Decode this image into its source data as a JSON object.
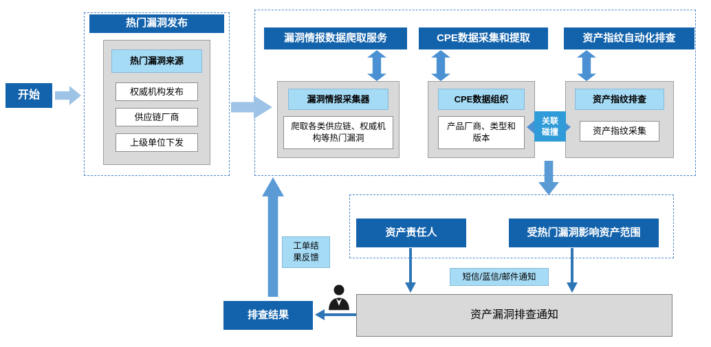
{
  "colors": {
    "dark_blue": "#1262AC",
    "medium_blue": "#5B9BD5",
    "double_arrow_blue": "#4A90D2",
    "light_arrow_blue": "#9DC3E6",
    "light_blue_fill": "#A6DBF5",
    "bright_blue": "#2F9BD8",
    "line_arrow_blue": "#2E75B6",
    "panel_gray": "#D9D9D9"
  },
  "start": {
    "label": "开始"
  },
  "publish": {
    "title": "热门漏洞发布",
    "source_title": "热门漏洞来源",
    "sources": [
      "权威机构发布",
      "供应链厂商",
      "上级单位下发"
    ]
  },
  "pipeline": {
    "crawl": {
      "title": "漏洞情报数据爬取服务",
      "module": "漏洞情报采集器",
      "detail": "爬取各类供应链、权威机构等热门漏洞"
    },
    "cpe": {
      "title": "CPE数据采集和提取",
      "module": "CPE数据组织",
      "detail": "产品厂商、类型和版本"
    },
    "fingerprint": {
      "title": "资产指纹自动化排查",
      "module": "资产指纹排查",
      "detail": "资产指纹采集"
    },
    "correlation_label": "关联碰撞"
  },
  "impact": {
    "owner": "资产责任人",
    "scope": "受热门漏洞影响资产范围"
  },
  "notification": {
    "channels": "短信/蓝信/邮件通知",
    "notice_title": "资产漏洞排查通知"
  },
  "feedback": {
    "result": "排查结果",
    "work_order": "工单结果反馈"
  }
}
